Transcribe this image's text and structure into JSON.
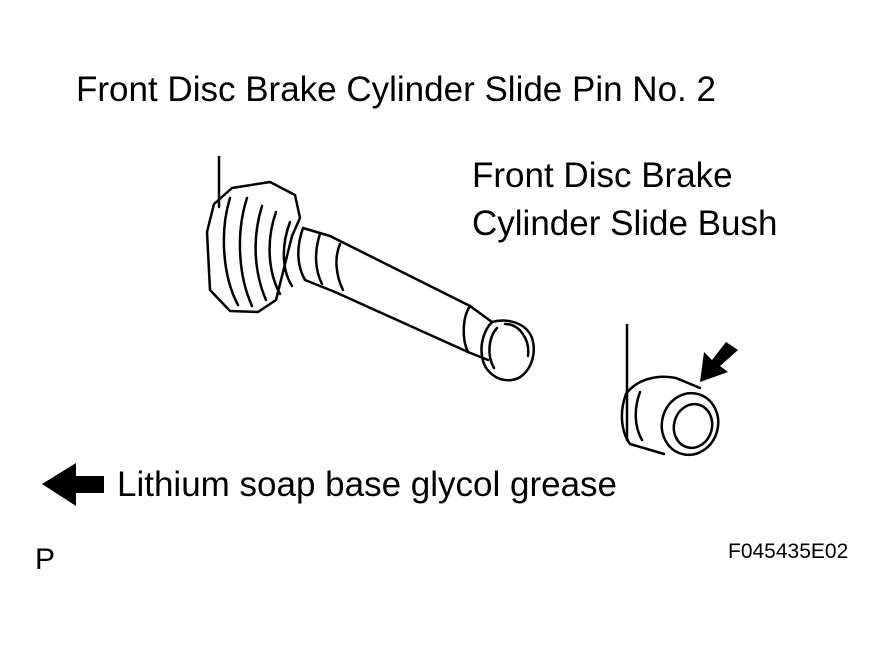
{
  "labels": {
    "slide_pin": "Front Disc Brake Cylinder Slide Pin No. 2",
    "slide_bush_line1": "Front Disc Brake",
    "slide_bush_line2": "Cylinder Slide Bush",
    "grease_legend": "Lithium soap base glycol grease",
    "p_mark": "P",
    "figure_code": "F045435E02"
  },
  "icons": {
    "legend_arrow": "left-arrow-icon",
    "apply_arrow": "diagonal-arrow-icon"
  },
  "colors": {
    "ink": "#000000",
    "paper": "#ffffff"
  }
}
